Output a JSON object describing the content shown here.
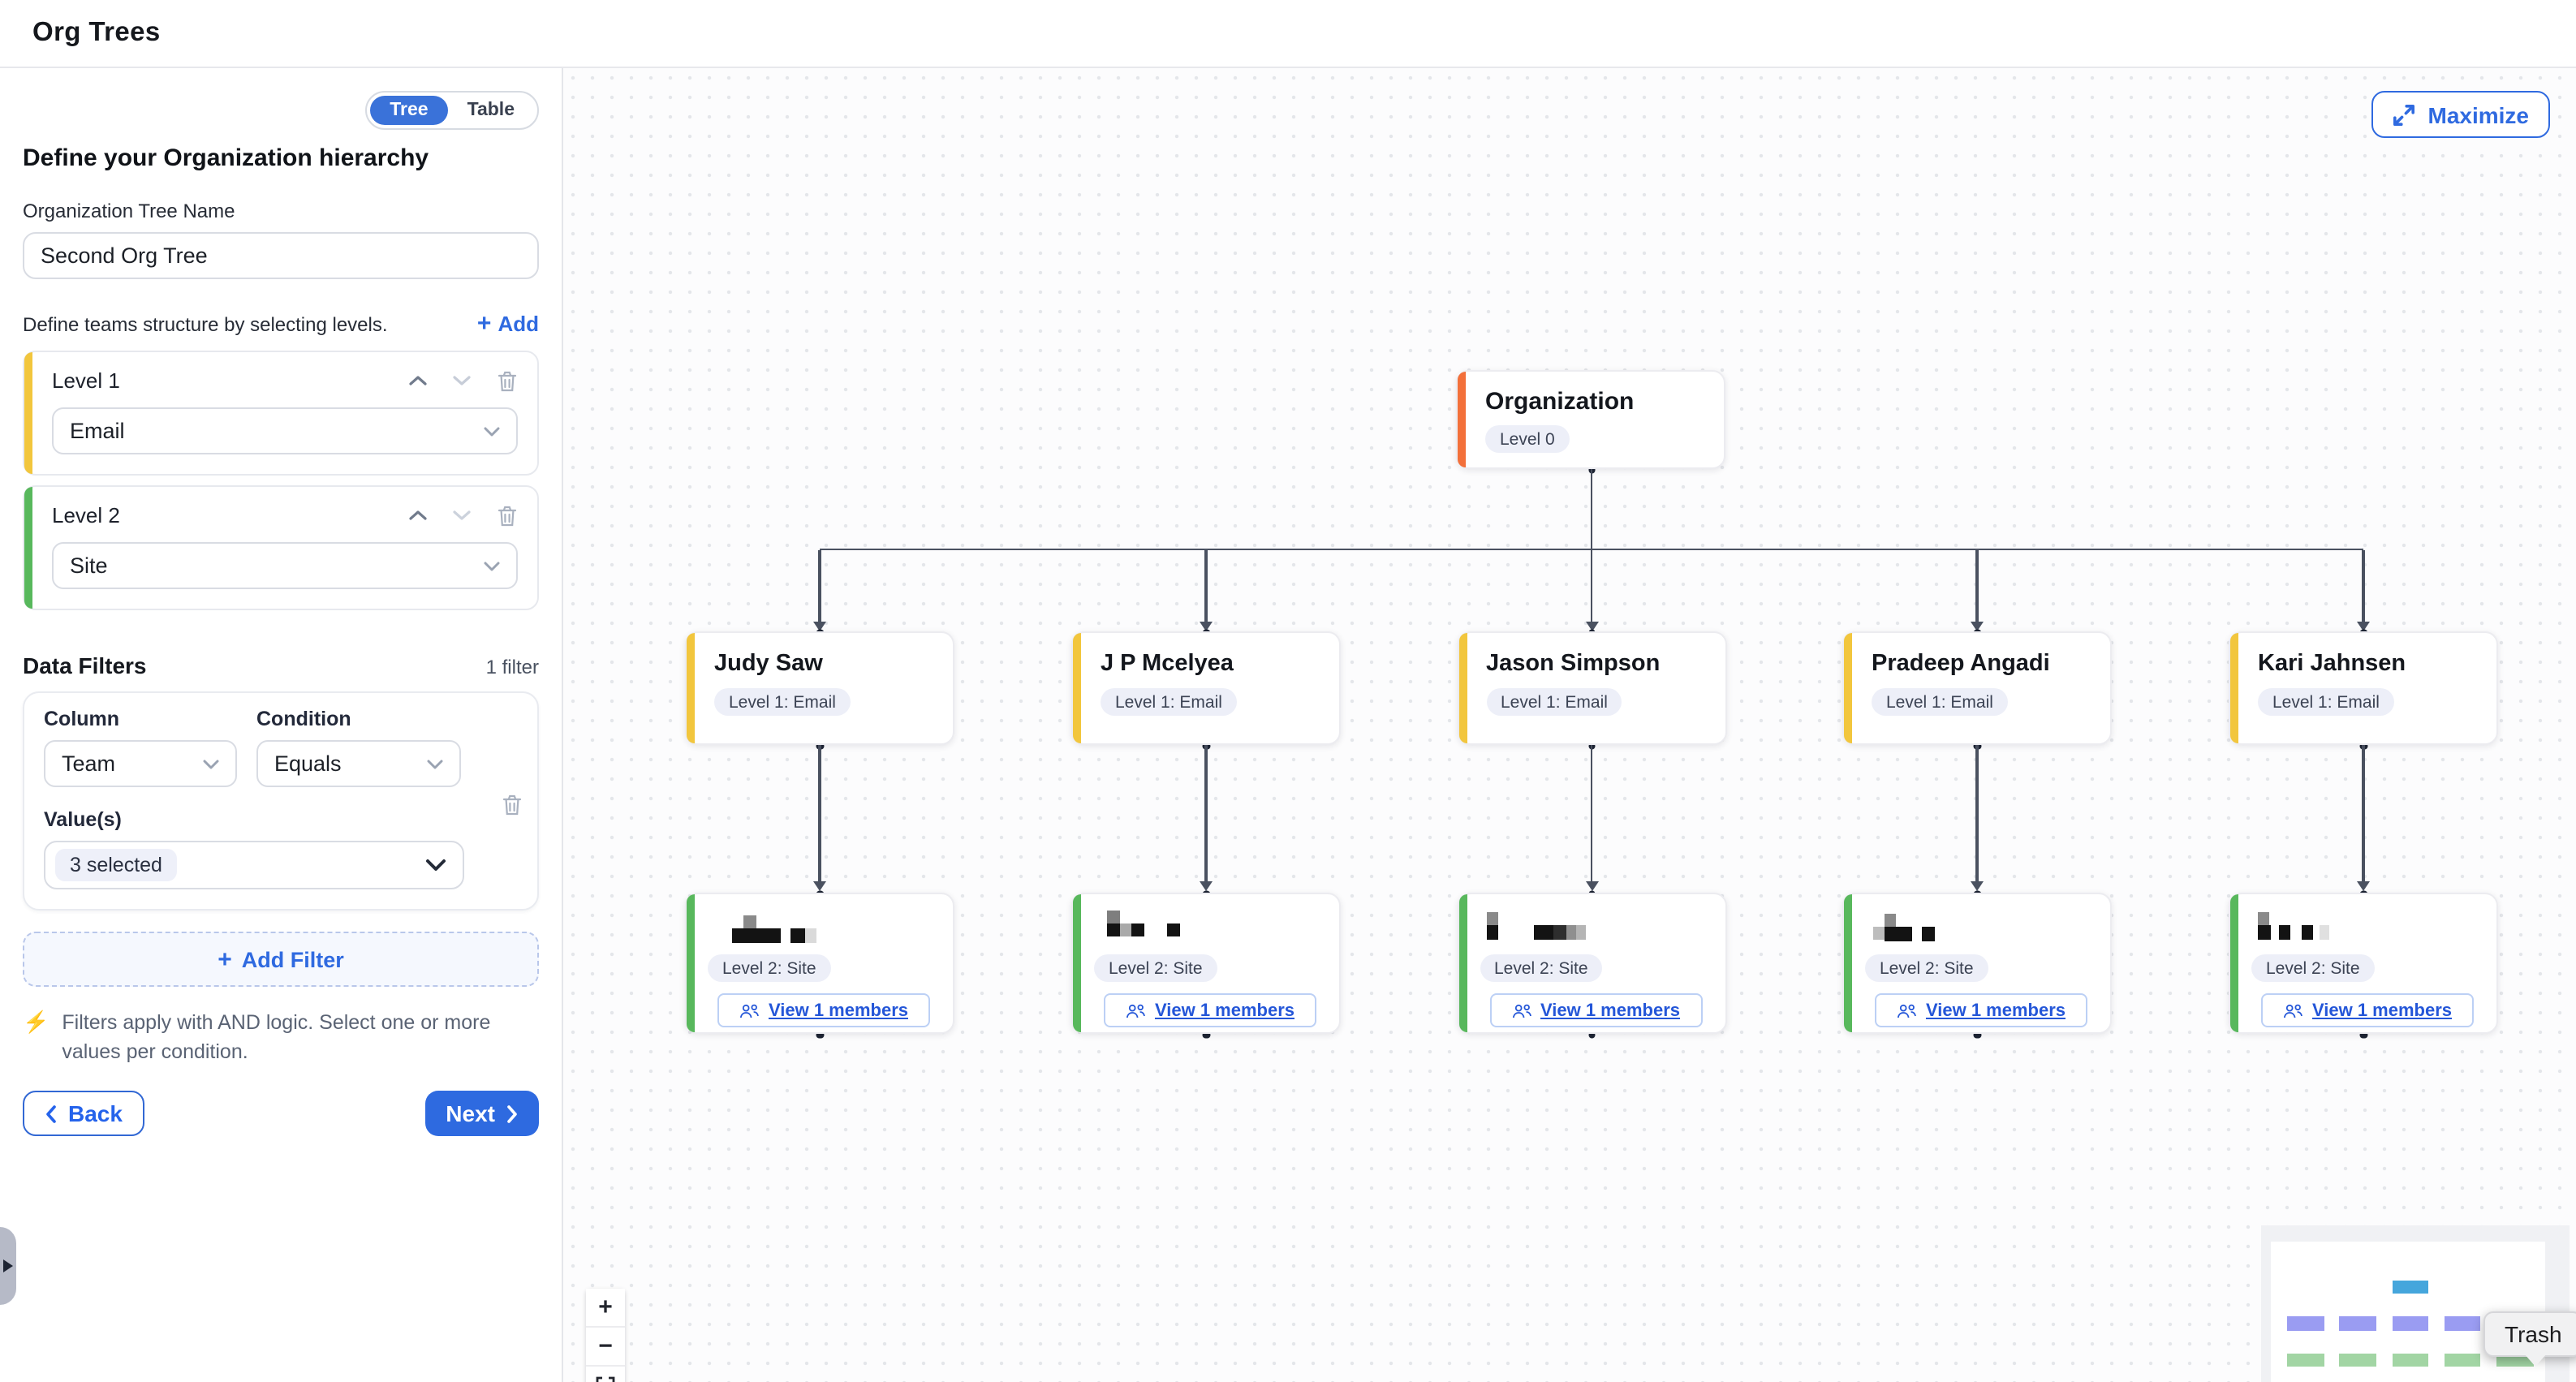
{
  "header": {
    "title": "Org Trees"
  },
  "sidebar": {
    "view_toggle": {
      "tree": "Tree",
      "table": "Table",
      "selected": "Tree"
    },
    "heading": "Define your Organization hierarchy",
    "tree_name_label": "Organization Tree Name",
    "tree_name_value": "Second Org Tree",
    "levels_hint": "Define teams structure by selecting levels.",
    "add_label": "Add",
    "levels": [
      {
        "label": "Level 1",
        "value": "Email",
        "accent": "#f2c63d"
      },
      {
        "label": "Level 2",
        "value": "Site",
        "accent": "#58b85c"
      }
    ],
    "data_filters": {
      "title": "Data Filters",
      "count": "1 filter",
      "column_label": "Column",
      "column_value": "Team",
      "condition_label": "Condition",
      "condition_value": "Equals",
      "values_label": "Value(s)",
      "values_chip": "3 selected",
      "add_filter_label": "Add Filter",
      "note": "Filters apply with AND logic. Select one or more values per condition."
    },
    "back_label": "Back",
    "next_label": "Next"
  },
  "canvas": {
    "maximize_label": "Maximize",
    "root": {
      "title": "Organization",
      "badge": "Level 0",
      "accent": "#f3703a"
    },
    "l1_badge": "Level 1: Email",
    "l2_badge": "Level 2: Site",
    "view_members_label": "View 1 members",
    "l1_accent": "#f2c63d",
    "l2_accent": "#58b85c",
    "columns": [
      {
        "name": "Judy Saw",
        "redaction": [
          [
            35,
            13,
            8,
            8,
            "#8a8a8a"
          ],
          [
            28,
            21,
            30,
            9,
            "#131313"
          ],
          [
            64,
            21,
            9,
            9,
            "#131313"
          ],
          [
            73,
            21,
            7,
            9,
            "#dadada"
          ]
        ]
      },
      {
        "name": "J P Mcelyea",
        "redaction": [
          [
            21,
            10,
            8,
            8,
            "#7e7e7e"
          ],
          [
            21,
            18,
            8,
            8,
            "#131313"
          ],
          [
            29,
            18,
            7,
            8,
            "#a9a9a9"
          ],
          [
            36,
            18,
            8,
            8,
            "#131313"
          ],
          [
            58,
            18,
            8,
            8,
            "#131313"
          ]
        ]
      },
      {
        "name": "Jason Simpson",
        "redaction": [
          [
            17,
            11,
            7,
            8,
            "#8a8a8a"
          ],
          [
            17,
            19,
            7,
            9,
            "#131313"
          ],
          [
            46,
            19,
            12,
            9,
            "#131313"
          ],
          [
            58,
            19,
            8,
            9,
            "#2e2e2e"
          ],
          [
            66,
            19,
            6,
            9,
            "#8f8f8f"
          ],
          [
            72,
            19,
            6,
            9,
            "#b5b5b5"
          ]
        ]
      },
      {
        "name": "Pradeep Angadi",
        "redaction": [
          [
            18,
            20,
            7,
            8,
            "#bdbdbd"
          ],
          [
            25,
            12,
            7,
            8,
            "#8a8a8a"
          ],
          [
            25,
            20,
            17,
            9,
            "#131313"
          ],
          [
            48,
            20,
            8,
            9,
            "#131313"
          ]
        ]
      },
      {
        "name": "Kari Jahnsen",
        "redaction": [
          [
            17,
            11,
            7,
            8,
            "#8a8a8a"
          ],
          [
            17,
            19,
            8,
            9,
            "#131313"
          ],
          [
            30,
            19,
            7,
            9,
            "#131313"
          ],
          [
            44,
            19,
            7,
            9,
            "#131313"
          ],
          [
            55,
            19,
            6,
            9,
            "#e0e0e0"
          ]
        ]
      }
    ],
    "zoom_controls": {
      "zoom_in": "+",
      "zoom_out": "−"
    },
    "minimap_colors": {
      "root": "#45a6dc",
      "level1": "#9a9cf2",
      "level2": "#a2d5a4"
    },
    "tooltip": "Trash"
  },
  "icons": {
    "lightning": "⚡"
  }
}
